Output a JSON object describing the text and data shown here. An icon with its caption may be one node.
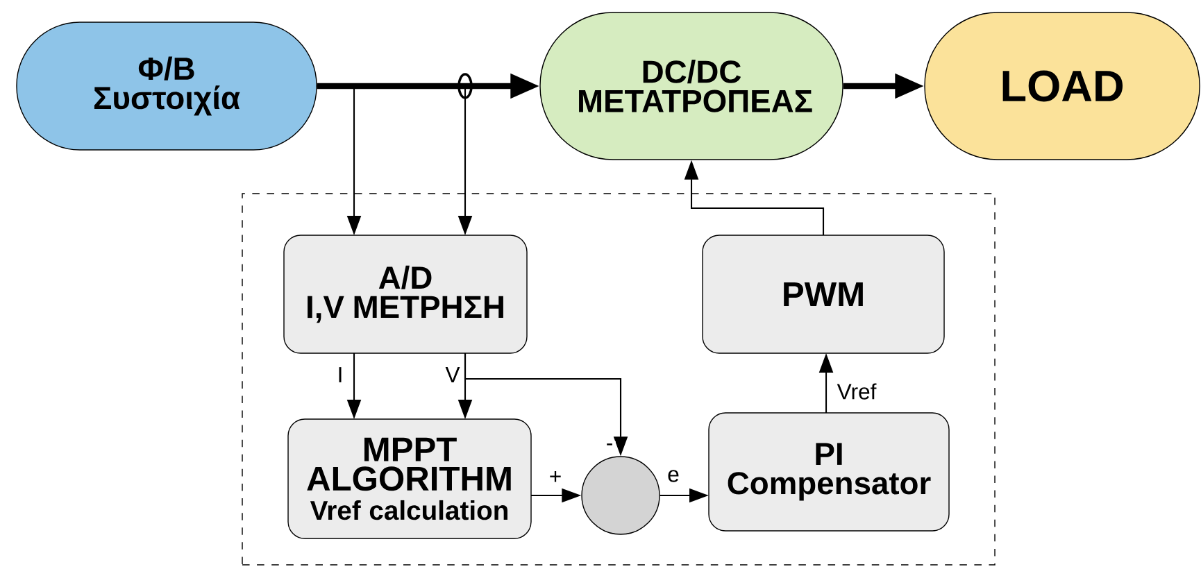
{
  "diagram": {
    "nodes": [
      {
        "text": [
          "Φ/Β Συστοιχία"
        ]
      },
      {
        "text": [
          "DC/DC ΜΕΤΑΤΡΟΠΕΑΣ"
        ]
      },
      {
        "text": [
          "LOAD"
        ]
      },
      {
        "text": [],
        "shape": "box"
      },
      {
        "text": [
          "A/D",
          "I,V ΜΕΤΡΗΣΗ"
        ],
        "in": 3
      },
      {
        "text": [
          "MPPT ALGORITHM",
          "Vref calculation"
        ],
        "in": 3
      },
      {
        "text": [],
        "shape": "circle",
        "in": 3
      },
      {
        "text": [
          "PI Compensator"
        ],
        "in": 3
      },
      {
        "text": [
          "PWM"
        ],
        "in": 3
      }
    ],
    "edges": [
      {
        "from": 0,
        "to": 1,
        "arrow": "to",
        "style": "thick"
      },
      {
        "from": 1,
        "to": 2,
        "arrow": "to",
        "style": "thick"
      },
      {
        "from": 0,
        "to": 4,
        "arrow": "to"
      },
      {
        "from": 0,
        "to": 4,
        "arrow": "to"
      },
      {
        "from": 4,
        "to": 5,
        "arrow": "to",
        "label": "I"
      },
      {
        "from": 4,
        "to": 5,
        "arrow": "to",
        "label": "V"
      },
      {
        "from": 4,
        "to": 6,
        "arrow": "to",
        "label": "-"
      },
      {
        "from": 5,
        "to": 6,
        "arrow": "to",
        "label": "+"
      },
      {
        "from": 6,
        "to": 7,
        "arrow": "to",
        "label": "e"
      },
      {
        "from": 7,
        "to": 8,
        "arrow": "to",
        "label": "Vref"
      },
      {
        "from": 8,
        "to": 1,
        "arrow": "to"
      }
    ]
  }
}
